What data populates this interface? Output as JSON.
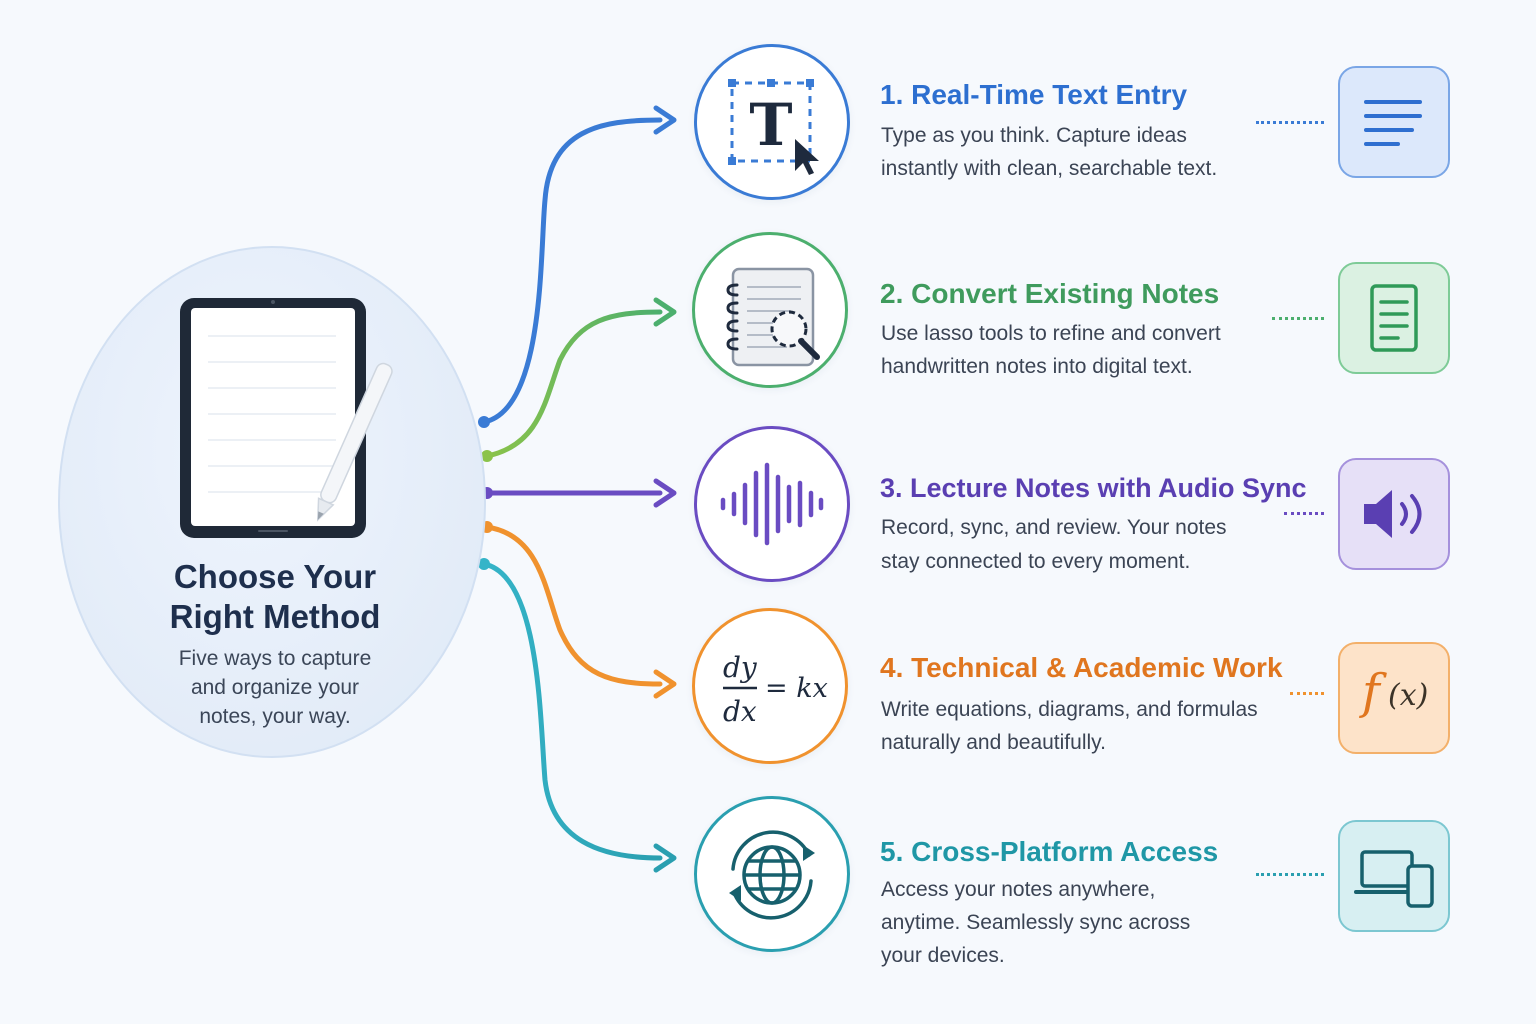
{
  "hub": {
    "title_line1": "Choose Your",
    "title_line2": "Right Method",
    "subtitle_line1": "Five ways to capture",
    "subtitle_line2": "and organize your",
    "subtitle_line3": "notes, your way."
  },
  "methods": [
    {
      "title": "1. Real-Time Text Entry",
      "desc_lines": [
        "Type as you think. Capture ideas",
        "instantly with clean, searchable text."
      ],
      "color": "#3a7bd5",
      "icon": "text-cursor-icon",
      "tile_icon": "text-lines-icon"
    },
    {
      "title": "2. Convert Existing Notes",
      "desc_lines": [
        "Use lasso tools to refine and convert",
        "handwritten notes into digital text."
      ],
      "color": "#4caf6e",
      "icon": "notebook-lasso-icon",
      "tile_icon": "document-icon"
    },
    {
      "title": "3. Lecture Notes with Audio Sync",
      "desc_lines": [
        "Record, sync, and review. Your notes",
        "stay connected to every moment."
      ],
      "color": "#6a4cc2",
      "icon": "audio-waveform-icon",
      "tile_icon": "speaker-icon"
    },
    {
      "title": "4. Technical & Academic Work",
      "desc_lines": [
        "Write equations, diagrams, and formulas",
        "naturally and beautifully."
      ],
      "color": "#e9822a",
      "icon": "equation-icon",
      "equation": {
        "numerator": "dy",
        "denominator": "dx",
        "rhs": "= kx"
      },
      "tile_icon": "function-icon",
      "tile_text": {
        "f": "f",
        "x": "(x)"
      }
    },
    {
      "title": "5. Cross-Platform Access",
      "desc_lines": [
        "Access your notes anywhere,",
        "anytime. Seamlessly sync across",
        "your devices."
      ],
      "color": "#2a9fb0",
      "icon": "globe-sync-icon",
      "tile_icon": "devices-icon"
    }
  ]
}
